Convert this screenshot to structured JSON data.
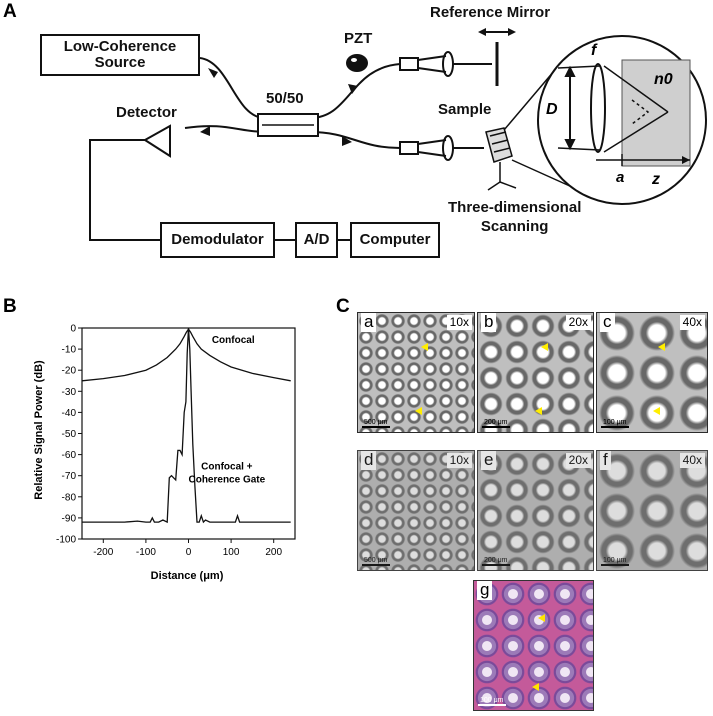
{
  "panels": {
    "a_letter": "A",
    "b_letter": "B",
    "c_letter": "C"
  },
  "setup": {
    "low_coherence_source": "Low-Coherence\nSource",
    "splitter": "50/50",
    "pzt": "PZT",
    "reference_mirror": "Reference Mirror",
    "detector": "Detector",
    "sample": "Sample",
    "demodulator": "Demodulator",
    "ad": "A/D",
    "computer": "Computer",
    "scanning": "Three-dimensional\nScanning",
    "inset_f": "f",
    "inset_d": "D",
    "inset_n0": "n0",
    "inset_a": "a",
    "inset_z": "z"
  },
  "chart_data": {
    "type": "line",
    "xlabel": "Distance (μm)",
    "ylabel": "Relative Signal Power (dB)",
    "xlim": [
      -250,
      250
    ],
    "ylim": [
      -100,
      0
    ],
    "xticks": [
      -200,
      -100,
      0,
      100,
      200
    ],
    "yticks": [
      0,
      -10,
      -20,
      -30,
      -40,
      -50,
      -60,
      -70,
      -80,
      -90,
      -100
    ],
    "annotations": [
      "Confocal",
      "Confocal +\nCoherence Gate"
    ],
    "series": [
      {
        "name": "Confocal",
        "x": [
          -250,
          -200,
          -150,
          -100,
          -75,
          -50,
          -30,
          -20,
          -10,
          -5,
          0,
          5,
          10,
          20,
          30,
          50,
          75,
          100,
          150,
          200,
          240
        ],
        "y": [
          -25,
          -24,
          -22.5,
          -20,
          -17.5,
          -14,
          -10,
          -7.5,
          -4,
          -2,
          -0.5,
          -2,
          -4,
          -7.5,
          -10,
          -13,
          -16,
          -18.5,
          -21.5,
          -23.5,
          -25
        ]
      },
      {
        "name": "Confocal + Coherence Gate",
        "x": [
          -250,
          -200,
          -150,
          -120,
          -100,
          -90,
          -85,
          -80,
          -70,
          -60,
          -50,
          -45,
          -40,
          -35,
          -30,
          -25,
          -20,
          -15,
          -10,
          -6,
          -3,
          0,
          3,
          6,
          10,
          15,
          20,
          25,
          30,
          35,
          40,
          50,
          60,
          80,
          100,
          110,
          115,
          120,
          130,
          150,
          200,
          240
        ],
        "y": [
          -92,
          -92,
          -92,
          -91.5,
          -92,
          -92,
          -90,
          -92,
          -92,
          -91,
          -92,
          -71,
          -70,
          -71,
          -72,
          -58,
          -58,
          -60,
          -40,
          -35,
          -12,
          0,
          -10,
          -30,
          -55,
          -75,
          -92,
          -92,
          -89,
          -92,
          -91,
          -92,
          -92,
          -92,
          -92,
          -92,
          -89,
          -92,
          -92,
          -92,
          -92,
          -92
        ]
      }
    ]
  },
  "micrographs": [
    {
      "letter": "a",
      "mag": "10x",
      "scale": "500 μm"
    },
    {
      "letter": "b",
      "mag": "20x",
      "scale": "200 μm"
    },
    {
      "letter": "c",
      "mag": "40x",
      "scale": "100 μm"
    },
    {
      "letter": "d",
      "mag": "10x",
      "scale": "500 μm"
    },
    {
      "letter": "e",
      "mag": "20x",
      "scale": "200 μm"
    },
    {
      "letter": "f",
      "mag": "40x",
      "scale": "100 μm"
    },
    {
      "letter": "g",
      "mag": "",
      "scale": "100 μm"
    }
  ],
  "colors": {
    "stain_pink": "#c45a9a",
    "stain_purple": "#7a4a9a",
    "arrow_yellow": "#ffe400"
  }
}
